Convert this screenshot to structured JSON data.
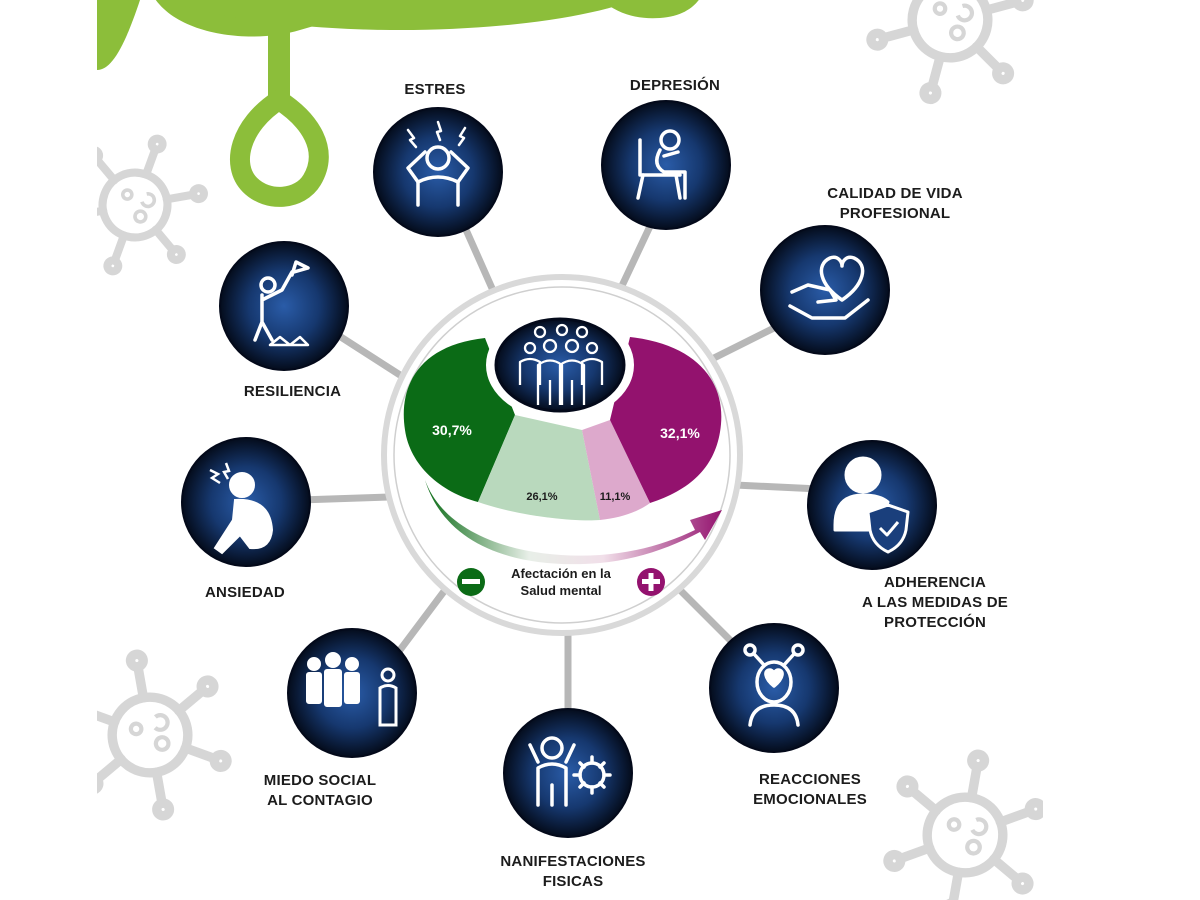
{
  "nodes": {
    "estres": {
      "lines": [
        "ESTRES"
      ],
      "icon": "stressed-person-icon"
    },
    "depresion": {
      "lines": [
        "DEPRESIÓN"
      ],
      "icon": "sad-person-chair-icon"
    },
    "calidad": {
      "lines": [
        "CALIDAD DE VIDA",
        "PROFESIONAL"
      ],
      "icon": "hand-heart-icon"
    },
    "adherencia": {
      "lines": [
        "ADHERENCIA",
        "A LAS MEDIDAS DE",
        "PROTECCIÓN"
      ],
      "icon": "person-shield-icon"
    },
    "reacciones": {
      "lines": [
        "REACCIONES",
        "EMOCIONALES"
      ],
      "icon": "head-heart-icon"
    },
    "manifestaciones": {
      "lines": [
        "NANIFESTACIONES",
        "FISICAS"
      ],
      "icon": "person-virus-icon"
    },
    "miedo": {
      "lines": [
        "MIEDO SOCIAL",
        "AL CONTAGIO"
      ],
      "icon": "group-isolated-person-icon"
    },
    "ansiedad": {
      "lines": [
        "ANSIEDAD"
      ],
      "icon": "anxious-person-icon"
    },
    "resiliencia": {
      "lines": [
        "RESILIENCIA"
      ],
      "icon": "climber-flag-icon"
    }
  },
  "center": {
    "icon": "people-group-icon",
    "segments": [
      {
        "value": "30,7%",
        "color": "#0b6b16"
      },
      {
        "value": "26,1%",
        "color": "#b9d9bd"
      },
      {
        "value": "11,1%",
        "color": "#dda9cc"
      },
      {
        "value": "32,1%",
        "color": "#93126e"
      }
    ],
    "legend_lines": [
      "Afectación en la",
      "Salud mental"
    ],
    "minus_icon": "minus-circle-icon",
    "plus_icon": "plus-circle-icon"
  },
  "colors": {
    "node_fill": "#1a3f7c",
    "node_dark": "#050d1f",
    "connector": "#b5b5b5",
    "virus_green": "#8cbe3a",
    "virus_gray": "#d2d2d2"
  }
}
